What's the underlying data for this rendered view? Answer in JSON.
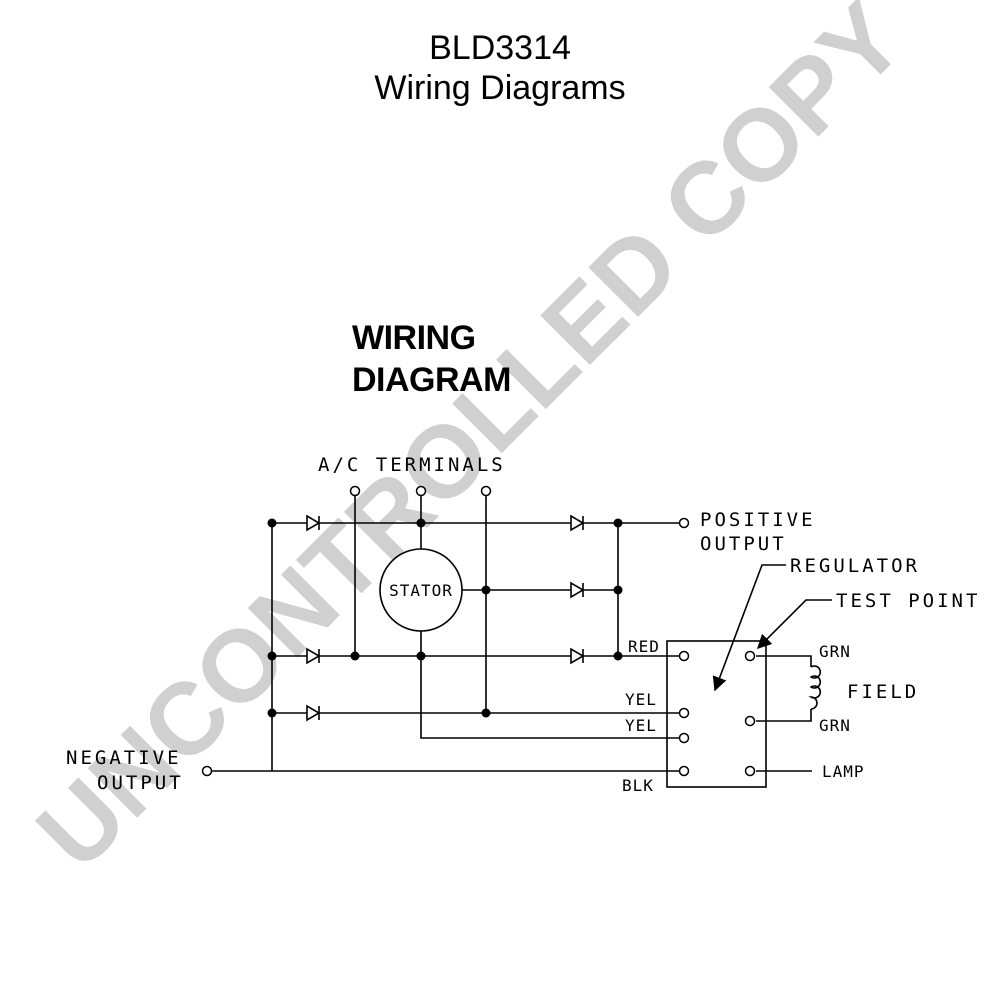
{
  "header": {
    "model": "BLD3314",
    "subtitle": "Wiring Diagrams"
  },
  "section": {
    "title_line1": "WIRING",
    "title_line2": "DIAGRAM"
  },
  "watermark": {
    "text": "UNCONTROLLED COPY",
    "color": "#d0d0d0"
  },
  "labels": {
    "ac_terminals": "A/C TERMINALS",
    "positive_output_1": "POSITIVE",
    "positive_output_2": "OUTPUT",
    "negative_output_1": "NEGATIVE",
    "negative_output_2": "OUTPUT",
    "stator": "STATOR",
    "regulator": "REGULATOR",
    "test_point": "TEST POINT",
    "field": "FIELD",
    "lamp": "LAMP",
    "red": "RED",
    "yel_1": "YEL",
    "yel_2": "YEL",
    "blk": "BLK",
    "grn_1": "GRN",
    "grn_2": "GRN"
  }
}
